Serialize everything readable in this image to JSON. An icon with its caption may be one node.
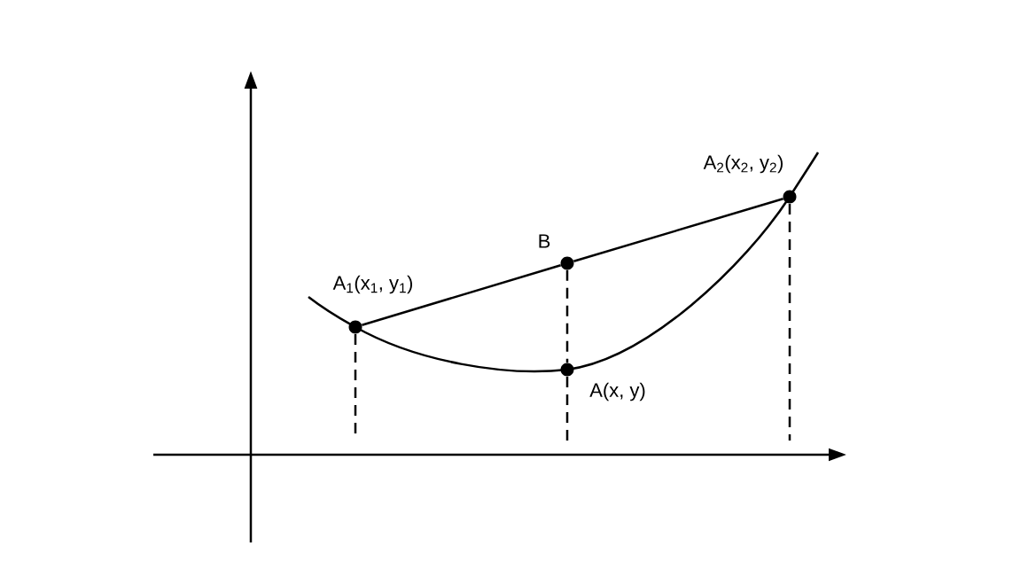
{
  "diagram": {
    "nodes": [
      {
        "text": [
          "A$_{1}$(x$_{1}$, y$_{1}$)"
        ]
      },
      {
        "text": [
          "B"
        ]
      },
      {
        "text": [
          "A(x, y)"
        ]
      },
      {
        "text": [
          "A$_{2}$(x$_{2}$, y$_{2}$)"
        ]
      }
    ],
    "edges": [
      {
        "from": 0,
        "to": 1,
        "arrow": "none"
      },
      {
        "from": 1,
        "to": 3,
        "arrow": "none"
      },
      {
        "from": 1,
        "to": 2,
        "arrow": "none",
        "style": "dashed"
      }
    ]
  }
}
